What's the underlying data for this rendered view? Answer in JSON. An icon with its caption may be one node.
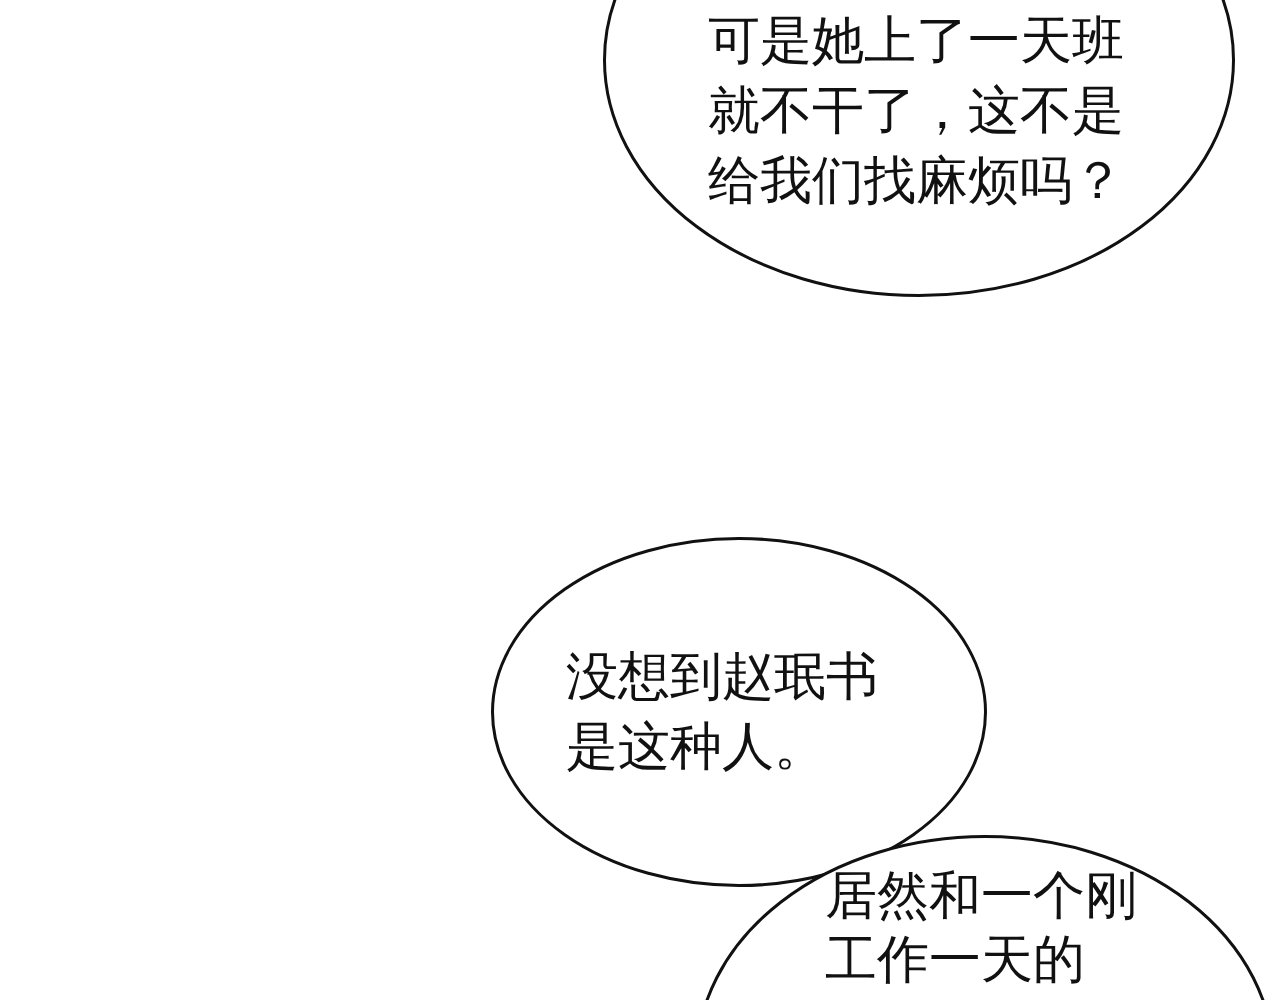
{
  "diagram": {
    "nodes": [
      {
        "text": [
          "可是她上了一天班就不干了，这不是给我们找麻烦吗？"
        ]
      },
      {
        "text": [
          "没想到赵珉书是这种人。"
        ]
      },
      {
        "text": [
          "居然和一个刚工作一天的"
        ]
      }
    ]
  }
}
